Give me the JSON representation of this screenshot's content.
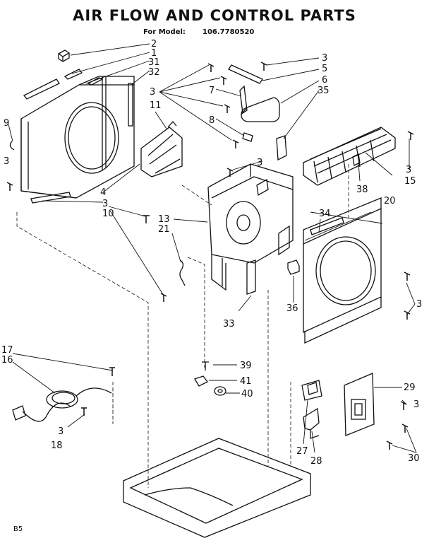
{
  "header": {
    "title": "AIR FLOW AND CONTROL PARTS",
    "model_label": "For Model:",
    "model_number": "106.7780520"
  },
  "footer": {
    "code": "B5"
  },
  "callouts": [
    "2",
    "1",
    "31",
    "32",
    "9",
    "3",
    "4",
    "3",
    "10",
    "11",
    "3",
    "7",
    "8",
    "3",
    "5",
    "6",
    "35",
    "3",
    "15",
    "38",
    "34",
    "20",
    "13",
    "21",
    "3",
    "36",
    "3",
    "33",
    "17",
    "16",
    "3",
    "18",
    "39",
    "41",
    "40",
    "29",
    "3",
    "27",
    "28",
    "30"
  ]
}
